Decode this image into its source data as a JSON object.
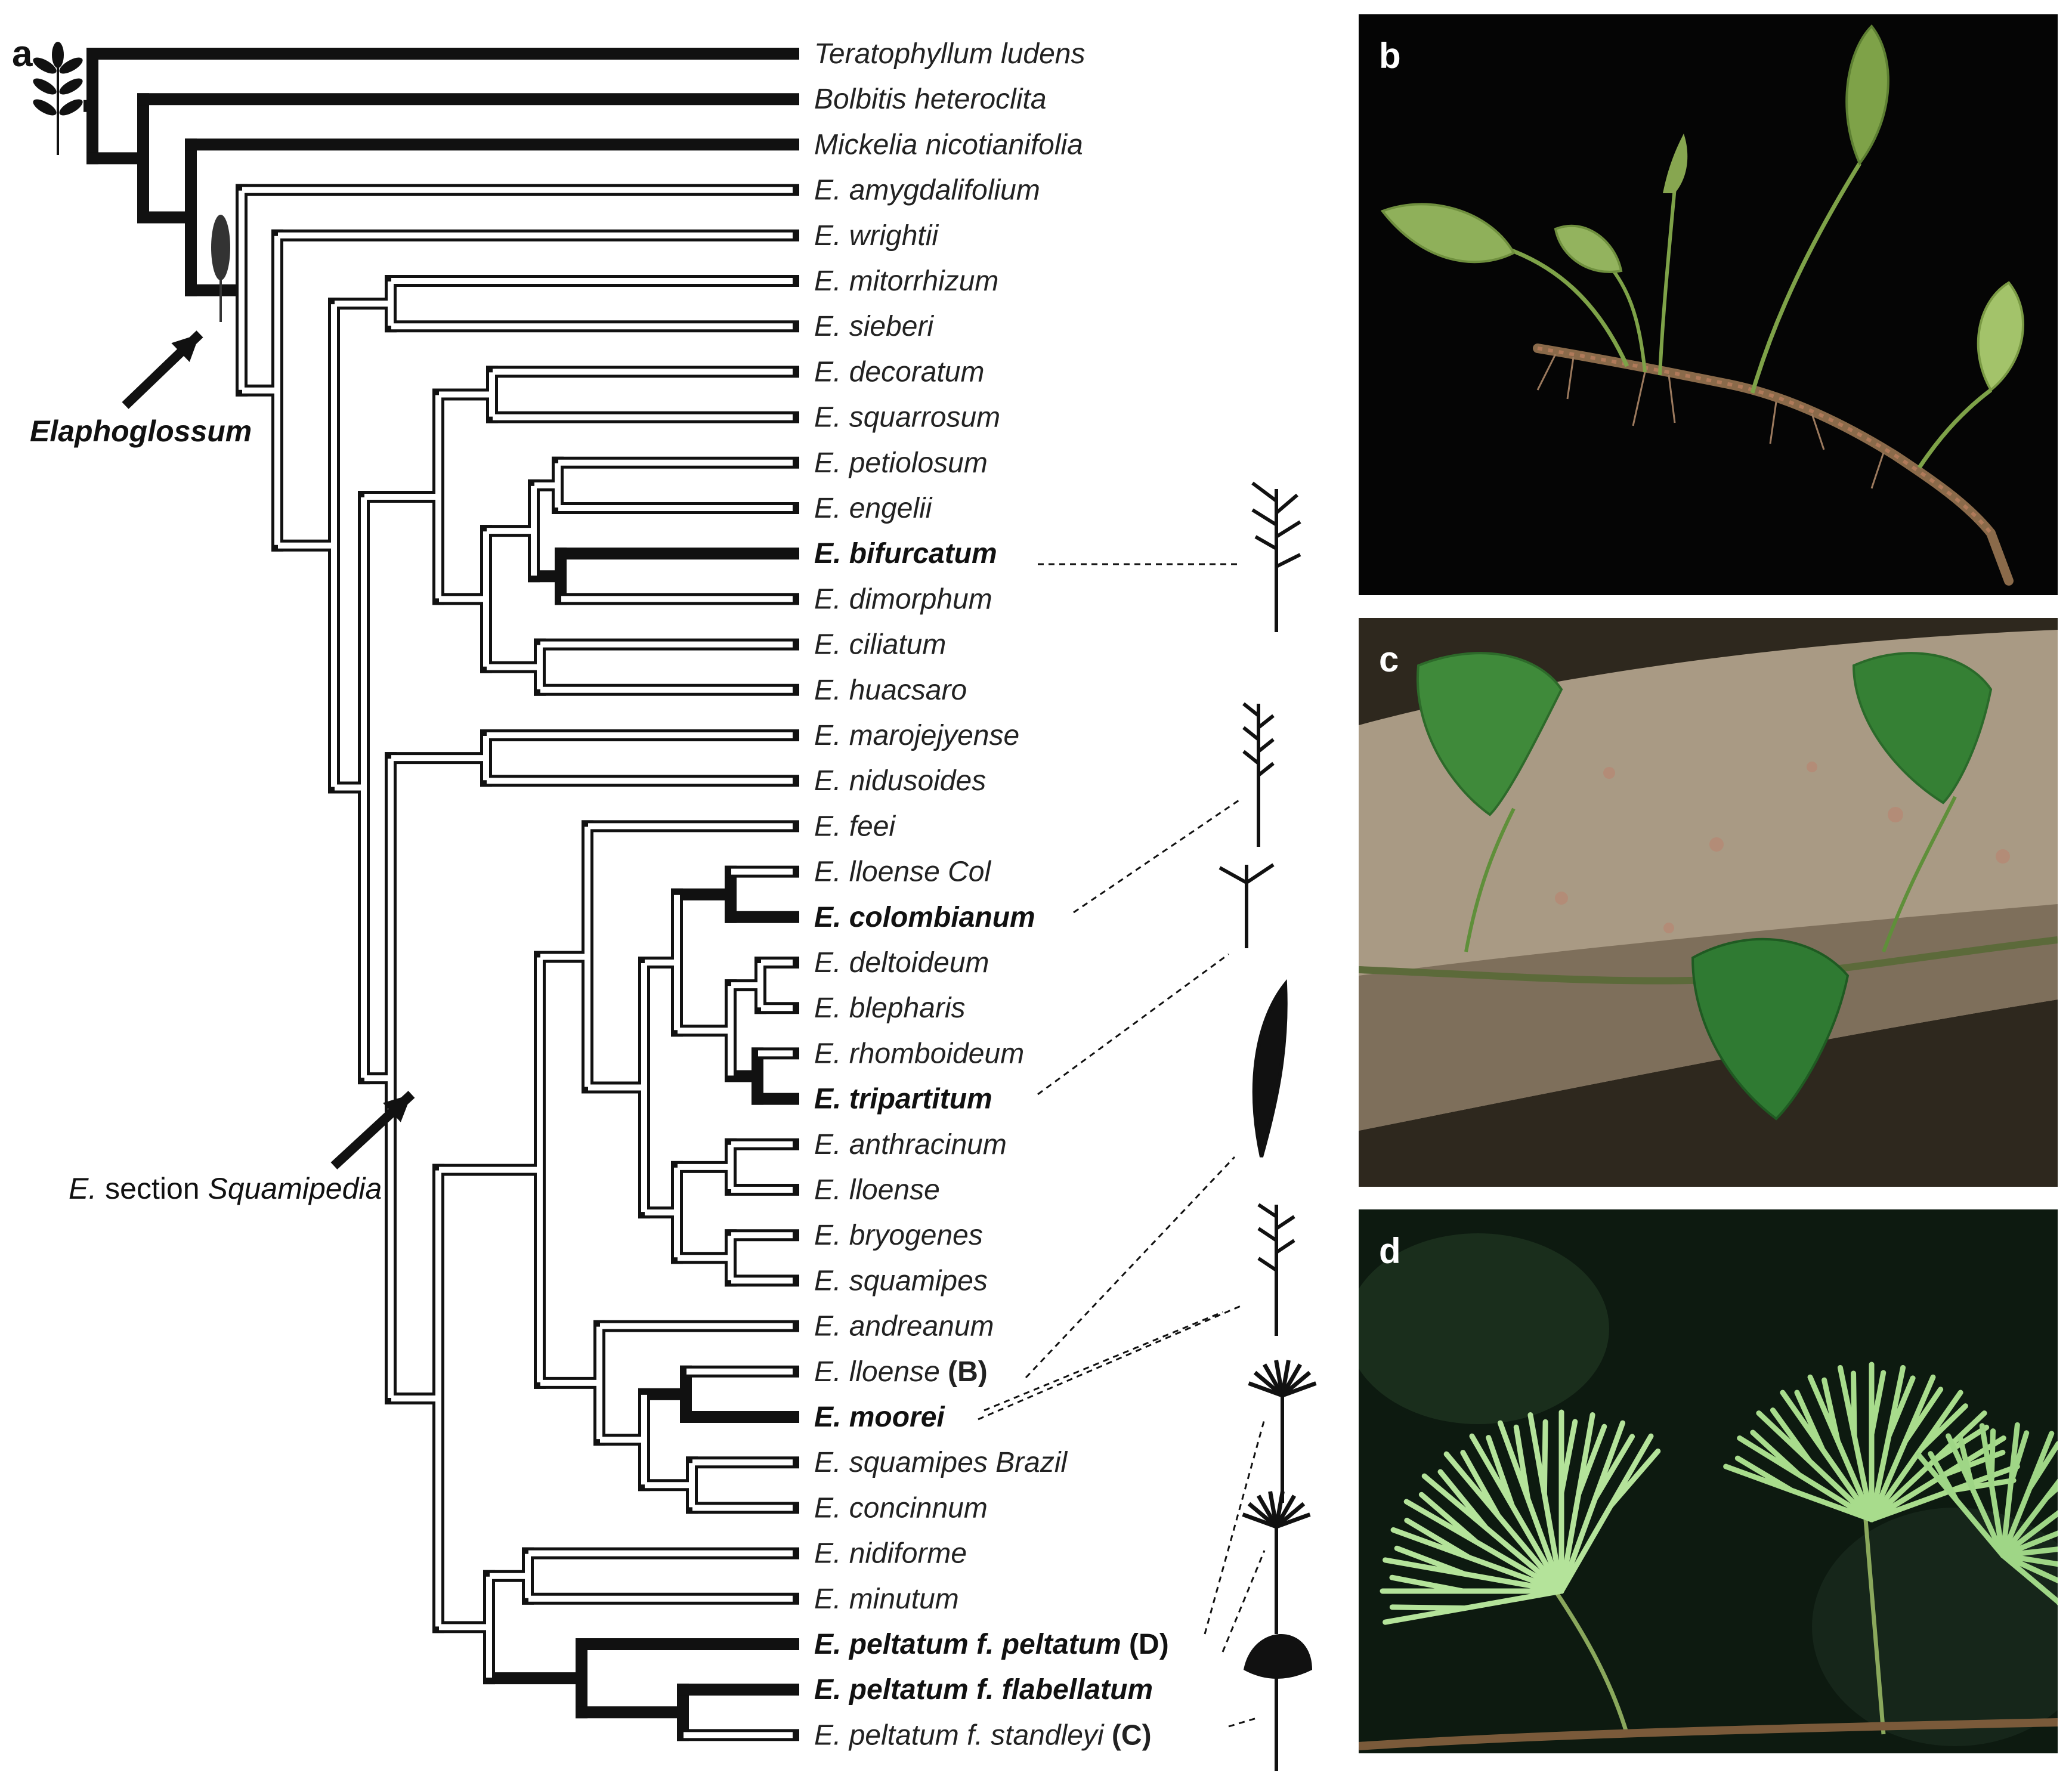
{
  "panels": {
    "a": "a",
    "b": "b",
    "c": "c",
    "d": "d"
  },
  "clade_labels": {
    "elaphoglossum": "Elaphoglossum",
    "squamipedia_prefix": "E.",
    "squamipedia_section": "section",
    "squamipedia_name": "Squamipedia"
  },
  "taxa": [
    {
      "name": "Teratophyllum ludens",
      "bold": false,
      "suffix": ""
    },
    {
      "name": "Bolbitis heteroclita",
      "bold": false,
      "suffix": ""
    },
    {
      "name": "Mickelia nicotianifolia",
      "bold": false,
      "suffix": ""
    },
    {
      "name": "E. amygdalifolium",
      "bold": false,
      "suffix": ""
    },
    {
      "name": "E. wrightii",
      "bold": false,
      "suffix": ""
    },
    {
      "name": "E. mitorrhizum",
      "bold": false,
      "suffix": ""
    },
    {
      "name": "E. sieberi",
      "bold": false,
      "suffix": ""
    },
    {
      "name": "E. decoratum",
      "bold": false,
      "suffix": ""
    },
    {
      "name": "E. squarrosum",
      "bold": false,
      "suffix": ""
    },
    {
      "name": "E. petiolosum",
      "bold": false,
      "suffix": ""
    },
    {
      "name": "E. engelii",
      "bold": false,
      "suffix": ""
    },
    {
      "name": "E. bifurcatum",
      "bold": true,
      "suffix": ""
    },
    {
      "name": "E. dimorphum",
      "bold": false,
      "suffix": ""
    },
    {
      "name": "E. ciliatum",
      "bold": false,
      "suffix": ""
    },
    {
      "name": "E. huacsaro",
      "bold": false,
      "suffix": ""
    },
    {
      "name": "E. marojejyense",
      "bold": false,
      "suffix": ""
    },
    {
      "name": "E. nidusoides",
      "bold": false,
      "suffix": ""
    },
    {
      "name": "E. feei",
      "bold": false,
      "suffix": ""
    },
    {
      "name": "E. lloense Col",
      "bold": false,
      "suffix": ""
    },
    {
      "name": "E. colombianum",
      "bold": true,
      "suffix": ""
    },
    {
      "name": "E. deltoideum",
      "bold": false,
      "suffix": ""
    },
    {
      "name": "E. blepharis",
      "bold": false,
      "suffix": ""
    },
    {
      "name": "E. rhomboideum",
      "bold": false,
      "suffix": ""
    },
    {
      "name": "E. tripartitum",
      "bold": true,
      "suffix": ""
    },
    {
      "name": "E. anthracinum",
      "bold": false,
      "suffix": ""
    },
    {
      "name": "E. lloense",
      "bold": false,
      "suffix": ""
    },
    {
      "name": "E. bryogenes",
      "bold": false,
      "suffix": ""
    },
    {
      "name": "E. squamipes",
      "bold": false,
      "suffix": ""
    },
    {
      "name": "E. andreanum",
      "bold": false,
      "suffix": ""
    },
    {
      "name": "E. lloense",
      "bold": false,
      "suffix": "(B)"
    },
    {
      "name": "E. moorei",
      "bold": true,
      "suffix": ""
    },
    {
      "name": "E. squamipes Brazil",
      "bold": false,
      "suffix": ""
    },
    {
      "name": "E. concinnum",
      "bold": false,
      "suffix": ""
    },
    {
      "name": "E. nidiforme",
      "bold": false,
      "suffix": ""
    },
    {
      "name": "E. minutum",
      "bold": false,
      "suffix": ""
    },
    {
      "name": "E. peltatum f. peltatum",
      "bold": true,
      "suffix": "(D)"
    },
    {
      "name": "E. peltatum f. flabellatum",
      "bold": true,
      "suffix": ""
    },
    {
      "name": "E. peltatum f. standleyi",
      "bold": false,
      "suffix": "(C)"
    }
  ],
  "colors": {
    "branch": "#111111",
    "background": "#ffffff",
    "photo_background": "#050505",
    "leaf_green": "#6f9a3e",
    "bark": "#a99a84"
  }
}
